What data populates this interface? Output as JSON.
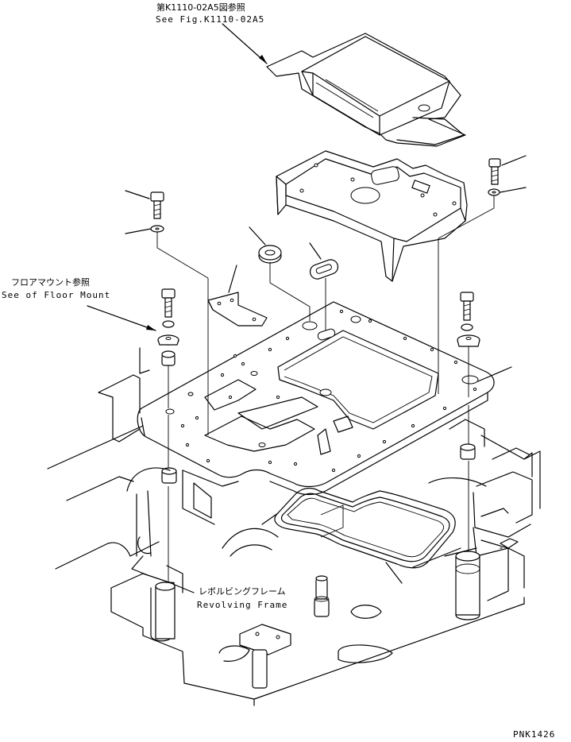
{
  "callouts": {
    "controller_ref_jp": "第K1110-02A5図参照",
    "controller_ref_en": "See Fig.K1110-02A5",
    "floor_mount_ref_jp": "フロアマウント参照",
    "floor_mount_ref_en": "See of Floor Mount",
    "revolving_frame_jp": "レボルビングフレーム",
    "revolving_frame_en": "Revolving Frame"
  },
  "footer": {
    "drawing_number": "PNK1426"
  }
}
